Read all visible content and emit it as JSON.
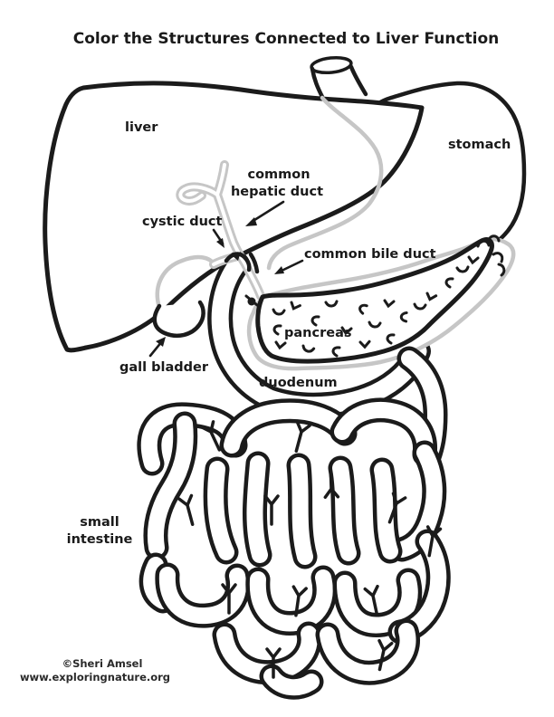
{
  "title": "Color the Structures Connected to Liver Function",
  "labels": {
    "liver": "liver",
    "stomach": "stomach",
    "common_hepatic_duct_1": "common",
    "common_hepatic_duct_2": "hepatic duct",
    "cystic_duct": "cystic duct",
    "common_bile_duct": "common bile duct",
    "gall_bladder": "gall bladder",
    "pancreas": "pancreas",
    "duodenum": "duodenum",
    "small_intestine_1": "small",
    "small_intestine_2": "intestine"
  },
  "credit": {
    "author": "©Sheri Amsel",
    "website": "www.exploringnature.org"
  },
  "colors": {
    "outline": "#1b1b1b",
    "hidden_structures": "#c6c6c6",
    "background": "#ffffff"
  }
}
